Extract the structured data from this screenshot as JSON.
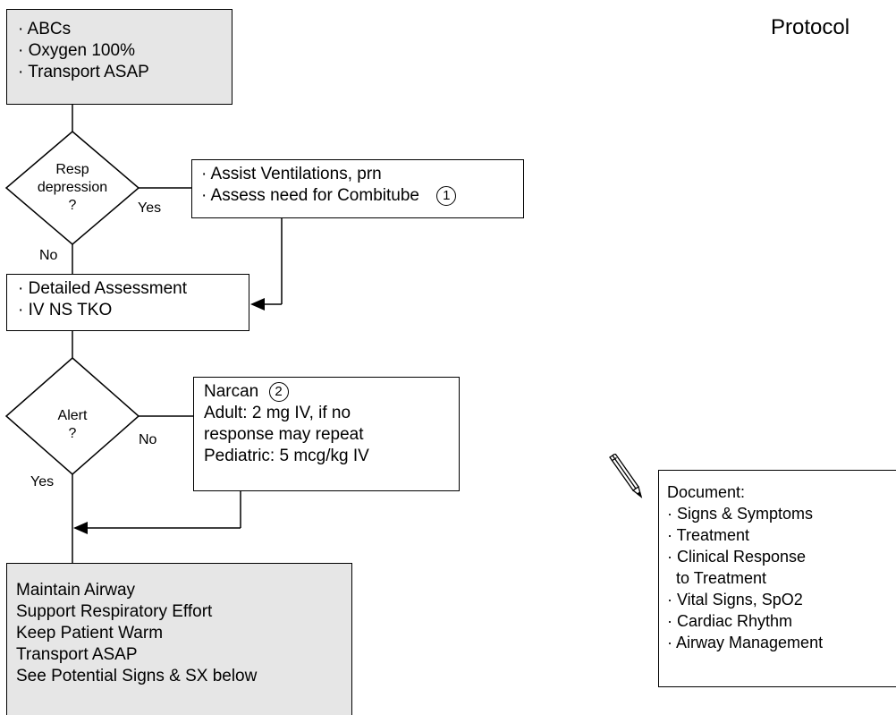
{
  "title": "Protocol",
  "start_box": {
    "lines": [
      "· ABCs",
      "· Oxygen 100%",
      "· Transport ASAP"
    ]
  },
  "decision_resp": {
    "lines": [
      "Resp",
      "depression",
      "?"
    ],
    "yes_label": "Yes",
    "no_label": "No"
  },
  "ventilation_box": {
    "lines": [
      "· Assist Ventilations, prn",
      "· Assess need for Combitube"
    ],
    "note_number": "1"
  },
  "assessment_box": {
    "lines": [
      "· Detailed Assessment",
      "· IV NS TKO"
    ]
  },
  "decision_alert": {
    "lines": [
      "Alert",
      "?"
    ],
    "yes_label": "Yes",
    "no_label": "No"
  },
  "narcan_box": {
    "heading": "Narcan",
    "note_number": "2",
    "lines": [
      "Adult:  2 mg IV, if no",
      "response may repeat",
      "Pediatric:  5 mcg/kg IV"
    ]
  },
  "final_box": {
    "lines": [
      "Maintain Airway",
      "Support Respiratory Effort",
      "Keep Patient Warm",
      "Transport ASAP",
      "See Potential Signs & SX below"
    ]
  },
  "document_box": {
    "icon": "pencil-icon",
    "heading": "Document:",
    "lines": [
      "· Signs & Symptoms",
      "· Treatment",
      "· Clinical Response",
      "  to Treatment",
      "· Vital Signs, SpO2",
      "· Cardiac Rhythm",
      "· Airway Management"
    ]
  }
}
